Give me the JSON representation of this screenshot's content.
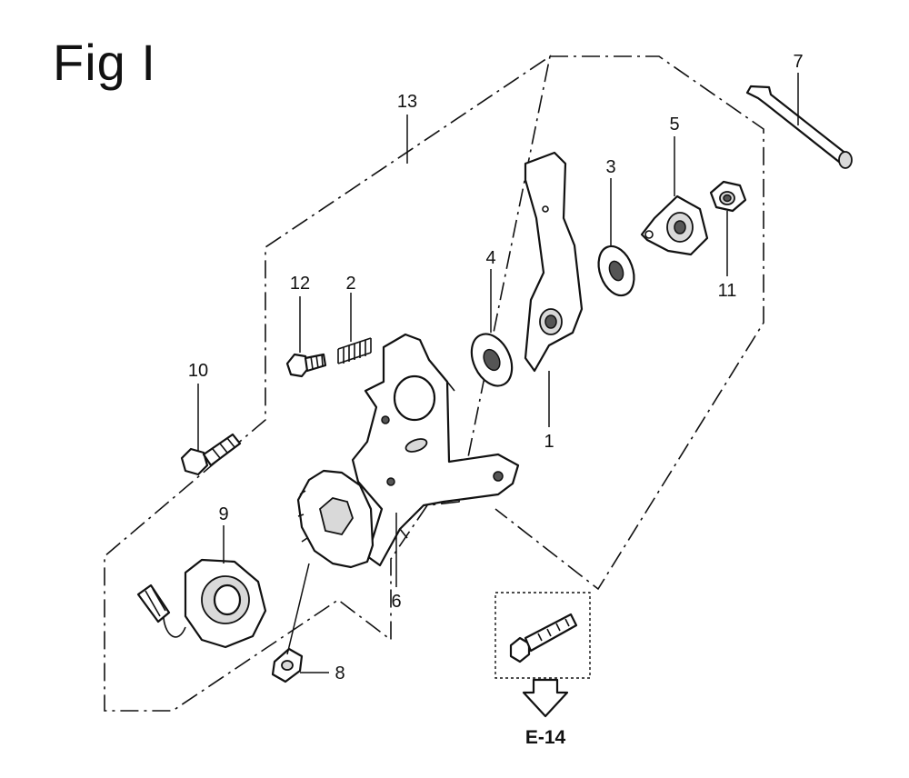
{
  "figure": {
    "title": "Fig I"
  },
  "callouts": {
    "c1": "1",
    "c2": "2",
    "c3": "3",
    "c4": "4",
    "c5": "5",
    "c6": "6",
    "c7": "7",
    "c8": "8",
    "c9": "9",
    "c10": "10",
    "c11": "11",
    "c12": "12",
    "c13": "13"
  },
  "reference": {
    "label": "E-14"
  }
}
